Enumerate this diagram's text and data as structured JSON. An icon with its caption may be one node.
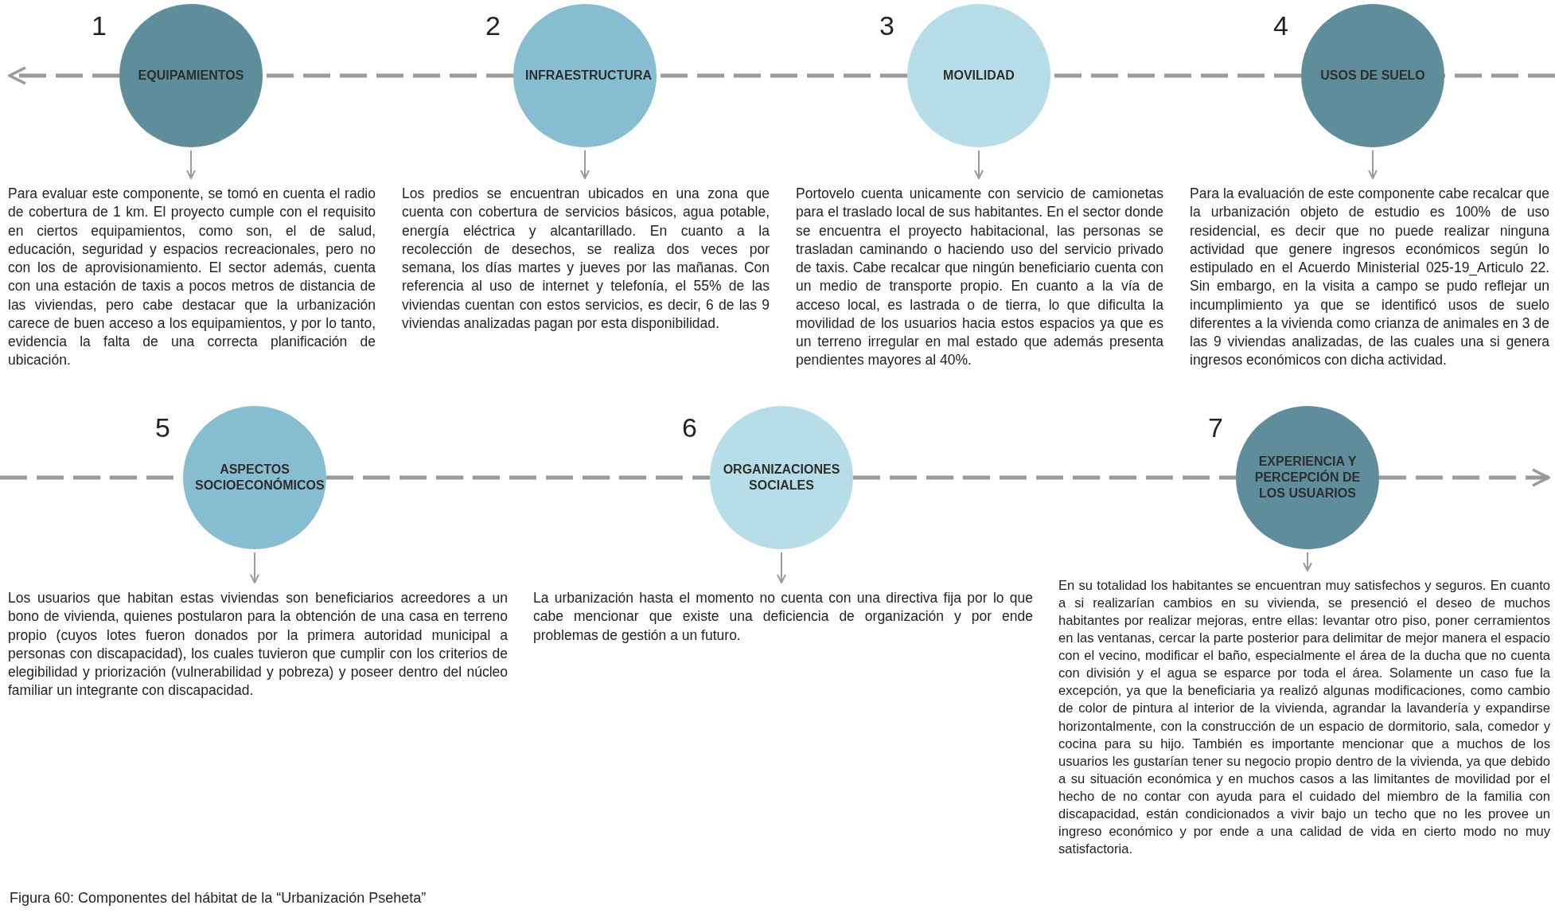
{
  "diagram": {
    "caption": "Figura 60: Componentes del hábitat de la “Urbanización Pseheta”",
    "nodes": [
      {
        "text": [
          "EQUIPAMIENTOS"
        ],
        "beside": [
          "1"
        ]
      },
      {
        "text": [
          "Para evaluar este componente, se tomó en cuenta el radio de cobertura de 1 km. El proyecto cumple con el requisito en ciertos equipamientos, como son, el de salud, educación, seguridad y espacios recreacionales, pero no con los de aprovisionamiento. El sector además, cuenta con una estación de taxis a pocos metros de distancia de las viviendas, pero cabe destacar que la urbanización carece de buen acceso a los equipamientos, y por lo tanto, evidencia la falta de una correcta planificación de ubicación."
        ]
      },
      {
        "text": [
          "INFRAESTRUCTURA"
        ],
        "beside": [
          "2"
        ]
      },
      {
        "text": [
          "Los predios se encuentran ubicados en una zona que cuenta con cobertura de servicios básicos, agua potable, energía eléctrica y alcantarillado. En cuanto a la recolección de desechos, se realiza dos veces por semana, los días martes y jueves por las mañanas. Con referencia al uso de internet y telefonía, el 55% de las viviendas cuentan con estos servicios, es decir, 6 de las 9 viviendas analizadas pagan por esta disponibilidad."
        ]
      },
      {
        "text": [
          "MOVILIDAD"
        ],
        "beside": [
          "3"
        ]
      },
      {
        "text": [
          "Portovelo cuenta unicamente con servicio de camionetas para el traslado local de sus habitantes. En el sector donde se encuentra el proyecto habitacional, las personas se trasladan caminando o haciendo uso del servicio privado de taxis. Cabe recalcar que ningún beneficiario cuenta con un medio de transporte propio. En cuanto a la vía de acceso local, es lastrada o de tierra, lo que dificulta la movilidad de los usuarios hacia estos espacios ya que es un terreno irregular en mal estado que además presenta pendientes mayores al 40%."
        ]
      },
      {
        "text": [
          "USOS DE SUELO"
        ],
        "beside": [
          "4"
        ]
      },
      {
        "text": [
          "Para la evaluación de este componente cabe recalcar que la urbanización objeto de estudio es 100% de uso residencial, es decir que no puede realizar ninguna actividad que genere ingresos económicos según lo estipulado en el Acuerdo Ministerial 025-19_Articulo 22. Sin embargo, en la visita a campo se pudo reflejar un incumplimiento ya que se identificó usos de suelo diferentes a la vivienda como crianza de animales en 3 de las 9 viviendas analizadas, de las cuales una si genera ingresos económicos con dicha actividad."
        ]
      },
      {
        "text": [
          "ASPECTOS SOCIOECONÓMICOS"
        ],
        "beside": [
          "5"
        ]
      },
      {
        "text": [
          "Los usuarios que habitan estas viviendas son beneficiarios acreedores a un bono de vivienda, quienes postularon para la obtención de una casa en terreno propio (cuyos lotes fueron donados por la primera autoridad municipal a personas con discapacidad), los cuales tuvieron que cumplir con los criterios de elegibilidad y priorización (vulnerabilidad y pobreza) y poseer dentro del núcleo familiar un integrante con discapacidad."
        ]
      },
      {
        "text": [
          "ORGANIZACIONES SOCIALES"
        ],
        "beside": [
          "6"
        ]
      },
      {
        "text": [
          "La urbanización hasta el momento no cuenta con una directiva fija por lo que cabe mencionar que existe una deficiencia de organización y por ende problemas de gestión a un futuro."
        ]
      },
      {
        "text": [
          "EXPERIENCIA Y PERCEPCIÓN DE LOS USUARIOS"
        ],
        "beside": [
          "7"
        ]
      },
      {
        "text": [
          "En su totalidad los habitantes se encuentran muy satisfechos y seguros. En cuanto a si realizarían cambios en su vivienda, se presenció el deseo de muchos habitantes por realizar mejoras, entre ellas: levantar otro piso, poner cerramientos en las ventanas, cercar la parte posterior para delimitar de mejor manera el espacio con el vecino, modificar el baño, especialmente el área de la ducha que no cuenta con división y el agua se esparce por toda el área. Solamente un caso fue la excepción, ya que la beneficiaria ya realizó algunas modificaciones, como cambio de color de pintura al interior de la vivienda, agrandar la lavandería y expandirse horizontalmente, con la construcción de un espacio de dormitorio, sala, comedor y cocina para su hijo. También es importante mencionar que a muchos de los usuarios les gustarían tener su negocio propio dentro de la vivienda, ya que debido a su situación económica y en muchos casos a las limitantes de movilidad por el hecho de no contar con ayuda para el cuidado del miembro de la familia con discapacidad, están condicionados a vivir bajo un techo que no les provee un ingreso económico y por ende a una calidad de vida en cierto modo no muy satisfactoria."
        ]
      }
    ],
    "edges": [
      {
        "from": 0,
        "to": 1,
        "arrow": "to"
      },
      {
        "from": 2,
        "to": 3,
        "arrow": "to"
      },
      {
        "from": 4,
        "to": 5,
        "arrow": "to"
      },
      {
        "from": 6,
        "to": 7,
        "arrow": "to"
      },
      {
        "from": 8,
        "to": 9,
        "arrow": "to"
      },
      {
        "from": 10,
        "to": 11,
        "arrow": "to"
      },
      {
        "from": 12,
        "to": 13,
        "arrow": "to"
      },
      {
        "from": null,
        "to": 6,
        "arrow": "none",
        "style": "dashed"
      },
      {
        "from": 6,
        "to": 4,
        "arrow": "none",
        "style": "dashed"
      },
      {
        "from": 4,
        "to": 2,
        "arrow": "none",
        "style": "dashed"
      },
      {
        "from": 2,
        "to": 0,
        "arrow": "none",
        "style": "dashed"
      },
      {
        "from": 0,
        "to": null,
        "arrow": "to",
        "style": "dashed"
      },
      {
        "from": null,
        "to": 8,
        "arrow": "none",
        "style": "dashed"
      },
      {
        "from": 8,
        "to": 10,
        "arrow": "none",
        "style": "dashed"
      },
      {
        "from": 10,
        "to": 12,
        "arrow": "none",
        "style": "dashed"
      },
      {
        "from": 12,
        "to": null,
        "arrow": "to",
        "style": "dashed"
      }
    ]
  }
}
